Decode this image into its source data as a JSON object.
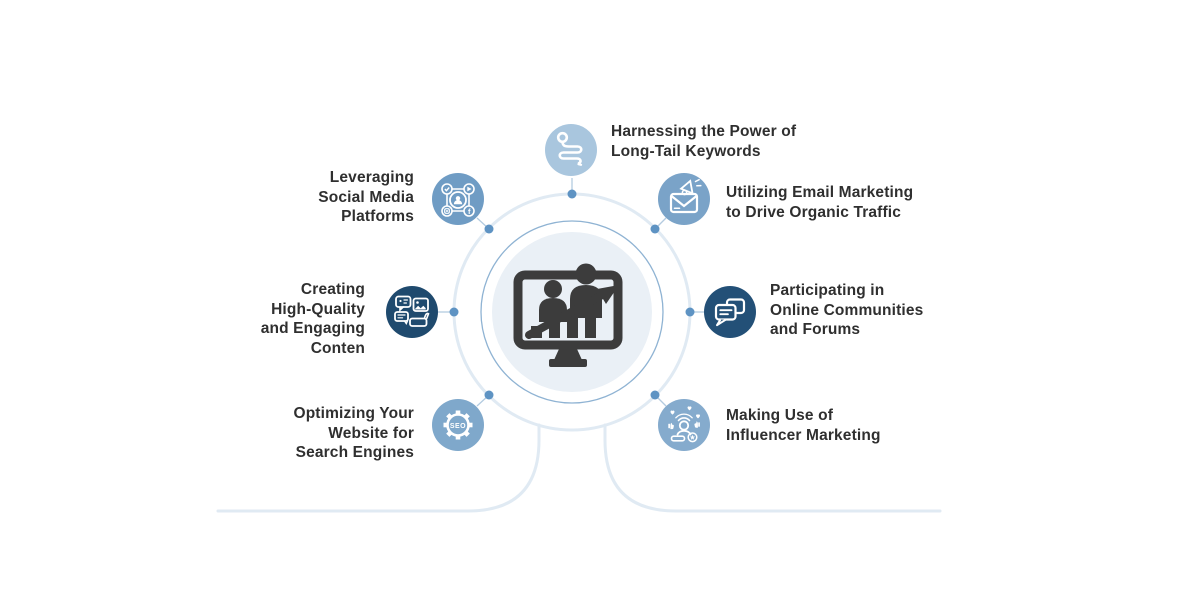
{
  "palette": {
    "background": "#ffffff",
    "center_fill": "#eaf0f6",
    "center_ring": "#8fb3d3",
    "outer_ring": "#e0eaf3",
    "dot": "#5e93c3",
    "connector": "#b3cbe0",
    "center_icon": "#3c3c3c",
    "text": "#2f2f2f",
    "icon_art": "#ffffff"
  },
  "center": {
    "icon": "analytics-growth-monitor-icon"
  },
  "items": [
    {
      "id": "long-tail-keywords",
      "icon": "long-tail-keywords-icon",
      "color": "#a9c6de",
      "lines": [
        "Harnessing the Power of",
        "Long-Tail Keywords"
      ]
    },
    {
      "id": "social-media",
      "icon": "social-media-network-icon",
      "color": "#6f9cc4",
      "lines": [
        "Leveraging",
        "Social Media",
        "Platforms"
      ]
    },
    {
      "id": "email-marketing",
      "icon": "email-megaphone-icon",
      "color": "#7aa3c8",
      "lines": [
        "Utilizing Email Marketing",
        "to Drive Organic Traffic"
      ]
    },
    {
      "id": "content-creation",
      "icon": "content-creation-icon",
      "color": "#1f4a6e",
      "lines": [
        "Creating",
        "High-Quality",
        "and Engaging",
        "Conten"
      ]
    },
    {
      "id": "online-communities",
      "icon": "chat-bubbles-icon",
      "color": "#235077",
      "lines": [
        "Participating in",
        "Online Communities",
        "and Forums"
      ]
    },
    {
      "id": "seo",
      "icon": "seo-gear-icon",
      "color": "#7fa8cb",
      "lines": [
        "Optimizing Your",
        "Website for",
        "Search Engines"
      ]
    },
    {
      "id": "influencer-marketing",
      "icon": "influencer-icon",
      "color": "#85abcd",
      "lines": [
        "Making Use of",
        "Influencer Marketing"
      ]
    }
  ]
}
